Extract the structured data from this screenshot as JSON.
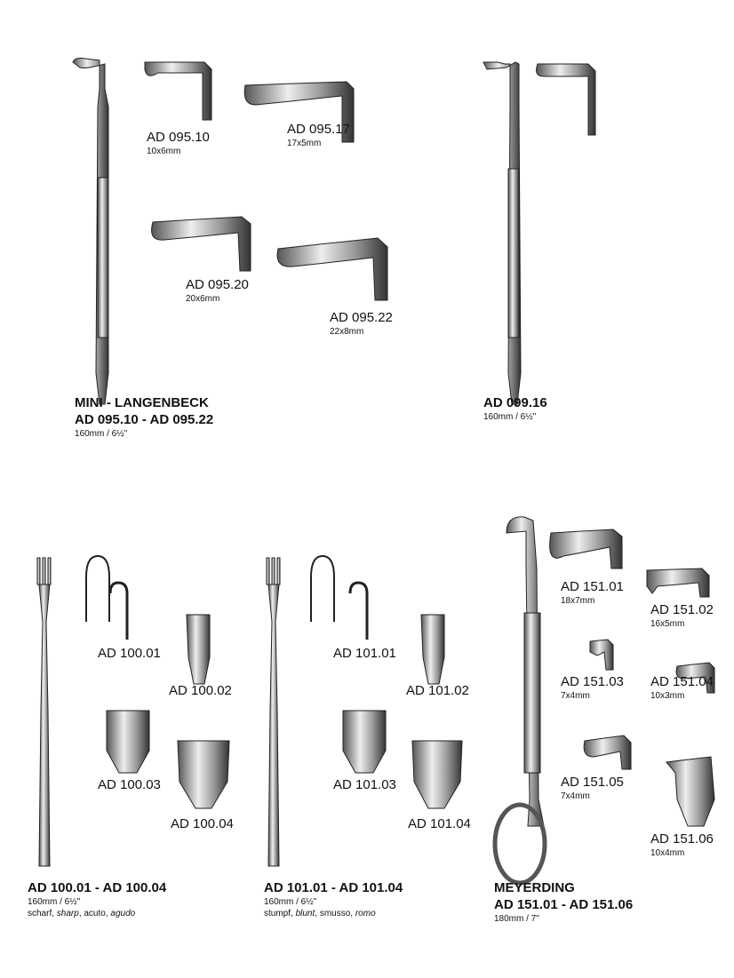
{
  "groups": [
    {
      "name": "MINI - LANGENBECK",
      "range": "AD 095.10 - AD 095.22",
      "length": "160mm / 6½\"",
      "items": [
        {
          "code": "AD 095.10",
          "size": "10x6mm"
        },
        {
          "code": "AD 095.17",
          "size": "17x5mm"
        },
        {
          "code": "AD 095.20",
          "size": "20x6mm"
        },
        {
          "code": "AD 095.22",
          "size": "22x8mm"
        }
      ]
    },
    {
      "range": "AD 099.16",
      "length": "160mm / 6½\""
    },
    {
      "range": "AD 100.01 - AD 100.04",
      "length": "160mm / 6½\"",
      "desc": [
        "scharf, ",
        "sharp",
        ", acuto, ",
        "agudo"
      ],
      "items": [
        {
          "code": "AD 100.01"
        },
        {
          "code": "AD 100.02"
        },
        {
          "code": "AD 100.03"
        },
        {
          "code": "AD 100.04"
        }
      ]
    },
    {
      "range": "AD 101.01 - AD 101.04",
      "length": "160mm / 6½\"",
      "desc": [
        "stumpf, ",
        "blunt",
        ", smusso, ",
        "romo"
      ],
      "items": [
        {
          "code": "AD 101.01"
        },
        {
          "code": "AD 101.02"
        },
        {
          "code": "AD 101.03"
        },
        {
          "code": "AD 101.04"
        }
      ]
    },
    {
      "name": "MEYERDING",
      "range": "AD 151.01 - AD 151.06",
      "length": "180mm / 7\"",
      "items": [
        {
          "code": "AD 151.01",
          "size": "18x7mm"
        },
        {
          "code": "AD 151.02",
          "size": "16x5mm"
        },
        {
          "code": "AD 151.03",
          "size": "7x4mm"
        },
        {
          "code": "AD 151.04",
          "size": "10x3mm"
        },
        {
          "code": "AD 151.05",
          "size": "7x4mm"
        },
        {
          "code": "AD 151.06",
          "size": "10x4mm"
        }
      ]
    }
  ]
}
